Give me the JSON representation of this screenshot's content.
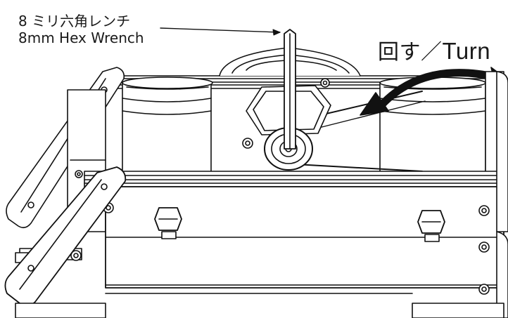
{
  "callouts": {
    "wrench": {
      "label_ja": "8 ミリ六角レンチ",
      "label_en": "8mm Hex Wrench"
    },
    "turn": {
      "label_ja": "回す／",
      "label_en": "Turn"
    }
  },
  "colors": {
    "line": "#111111",
    "fill": "#ffffff",
    "shade": "#d9d9d9"
  }
}
